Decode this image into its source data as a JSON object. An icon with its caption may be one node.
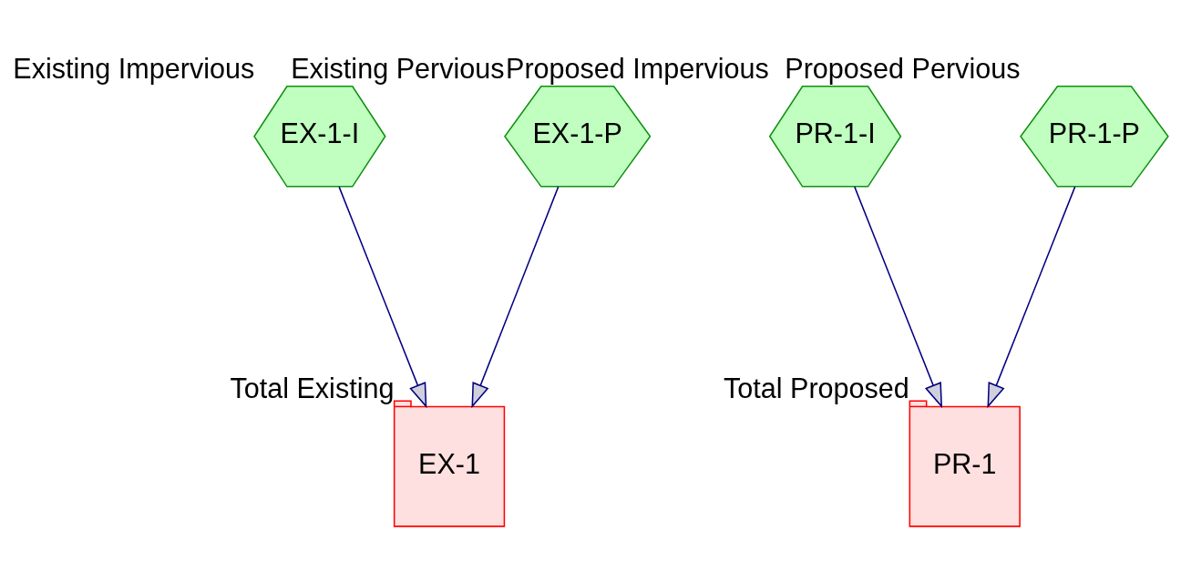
{
  "diagram": {
    "nodes": [
      {
        "text": [
          "EX-1-I"
        ],
        "beside": [
          "Existing Impervious"
        ]
      },
      {
        "text": [
          "EX-1-P"
        ],
        "beside": [
          "Existing Pervious"
        ]
      },
      {
        "text": [
          "PR-1-I"
        ],
        "beside": [
          "Proposed Impervious"
        ]
      },
      {
        "text": [
          "PR-1-P"
        ],
        "beside": [
          "Proposed Pervious"
        ]
      },
      {
        "text": [
          "EX-1"
        ],
        "beside": [
          "Total Existing"
        ]
      },
      {
        "text": [
          "PR-1"
        ],
        "beside": [
          "Total Proposed"
        ]
      }
    ],
    "edges": [
      {
        "from": 0,
        "to": 4,
        "arrow": "to"
      },
      {
        "from": 1,
        "to": 4,
        "arrow": "to"
      },
      {
        "from": 2,
        "to": 5,
        "arrow": "to"
      },
      {
        "from": 3,
        "to": 5,
        "arrow": "to"
      }
    ]
  }
}
